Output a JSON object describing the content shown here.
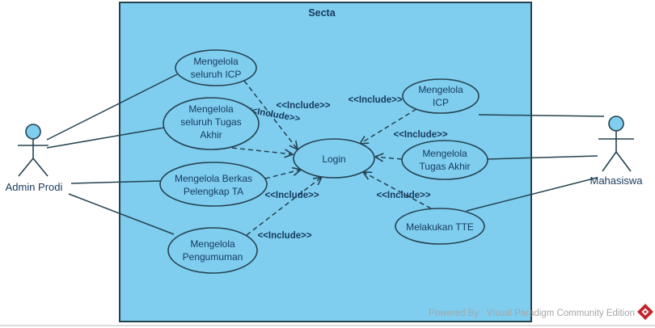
{
  "diagram": {
    "system": {
      "label": "Secta"
    },
    "actors": {
      "admin": {
        "label": "Admin Prodi"
      },
      "mahasiswa": {
        "label": "Mahasiswa"
      }
    },
    "use_cases": {
      "seluruh_icp": {
        "lines": [
          "Mengelola",
          "seluruh ICP"
        ]
      },
      "seluruh_tugas_akhir": {
        "lines": [
          "Mengelola",
          "seluruh Tugas",
          "Akhir"
        ]
      },
      "berkas_pelengkap": {
        "lines": [
          "Mengelola Berkas",
          "Pelengkap TA"
        ]
      },
      "pengumuman": {
        "lines": [
          "Mengelola",
          "Pengumuman"
        ]
      },
      "login": {
        "lines": [
          "Login"
        ]
      },
      "icp": {
        "lines": [
          "Mengelola",
          "ICP"
        ]
      },
      "tugas_akhir": {
        "lines": [
          "Mengelola",
          "Tugas Akhir"
        ]
      },
      "melakukan_tte": {
        "lines": [
          "Melakukan TTE"
        ]
      }
    },
    "include_label": "<<Include>>",
    "footer": {
      "text": "Powered By : Visual Paradigm Community Edition"
    },
    "colors": {
      "boundary_fill": "#7fcef0",
      "stroke": "#26424f",
      "text": "#16395c",
      "footer_text": "#a6a6a6",
      "logo_red": "#c2252b"
    }
  }
}
